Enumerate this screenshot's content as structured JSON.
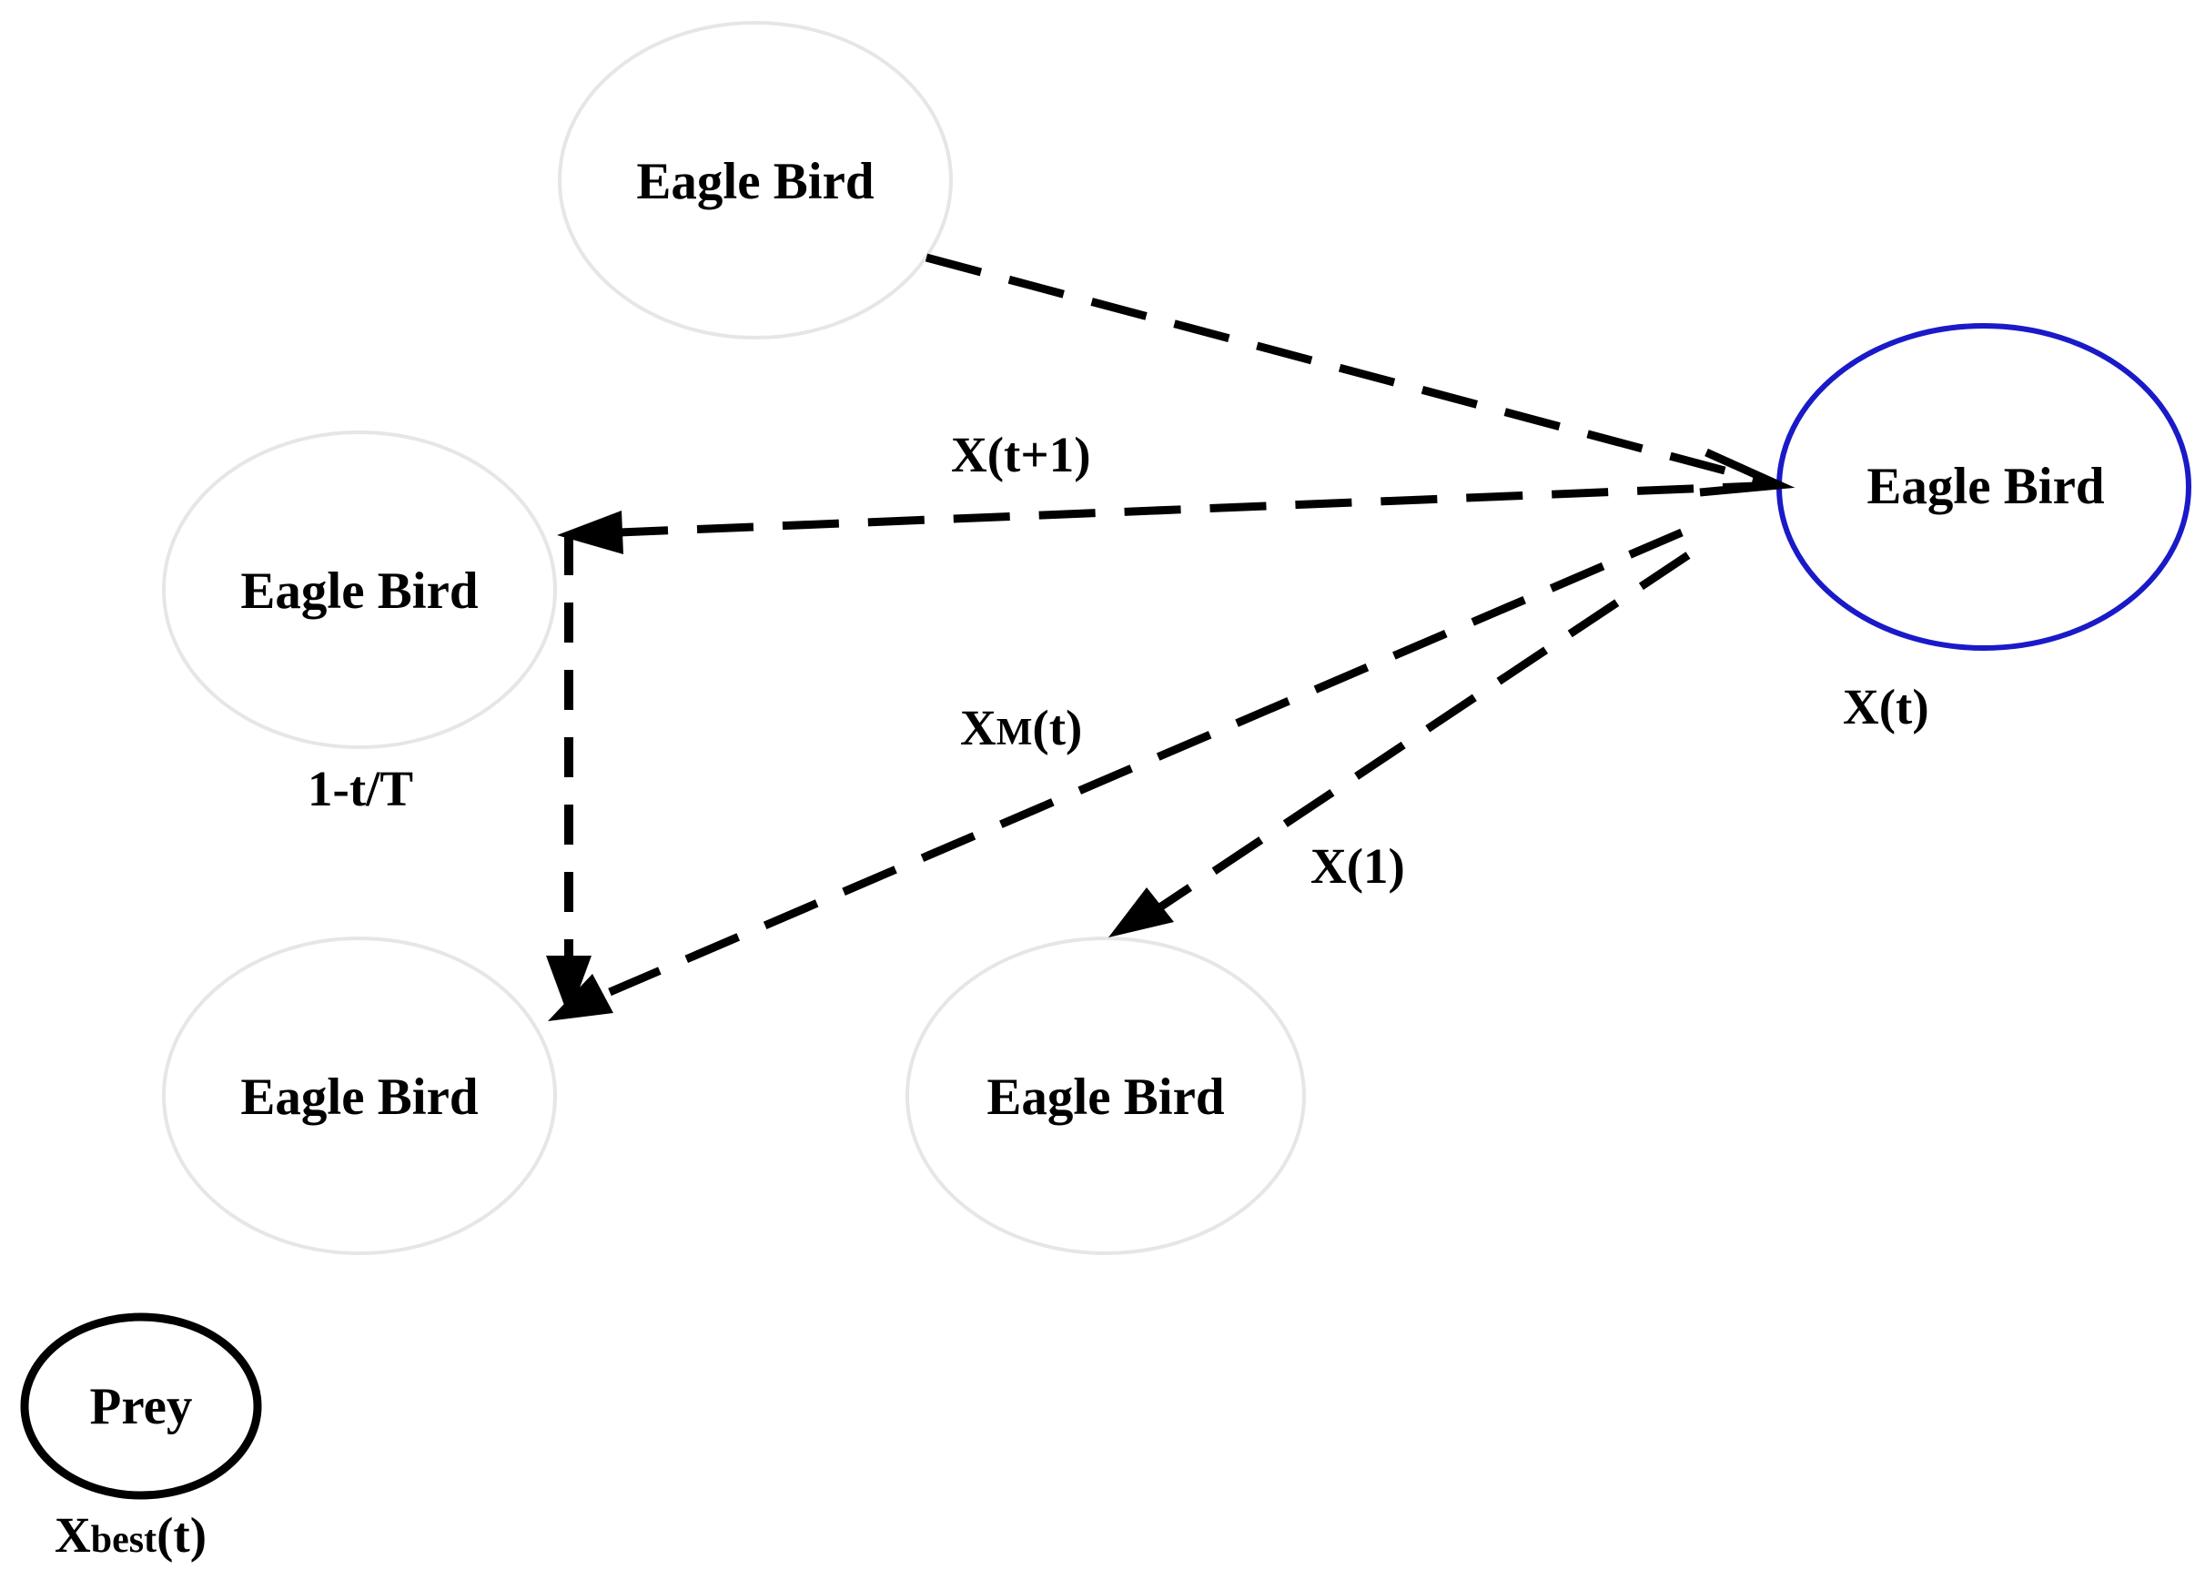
{
  "nodes": {
    "eagle_top": "Eagle Bird",
    "eagle_current": "Eagle Bird",
    "eagle_left": "Eagle Bird",
    "eagle_bottom_left": "Eagle Bird",
    "eagle_bottom_middle": "Eagle Bird",
    "prey": "Prey"
  },
  "labels": {
    "x_t_plus_1": "X(t+1)",
    "x_m_t_main": "X",
    "x_m_t_sub": "M",
    "x_m_t_tail": "(t)",
    "x_1": "X(1)",
    "x_t": "X(t)",
    "one_minus_t_over_T": "1-t/T",
    "x_best_main": "X",
    "x_best_sub": "best",
    "x_best_tail": "(t)"
  },
  "colors": {
    "current_eagle_outline": "#1a1ac8",
    "prey_outline": "#000000",
    "faint_outline": "#e6e6e6",
    "arrows": "#000000"
  }
}
